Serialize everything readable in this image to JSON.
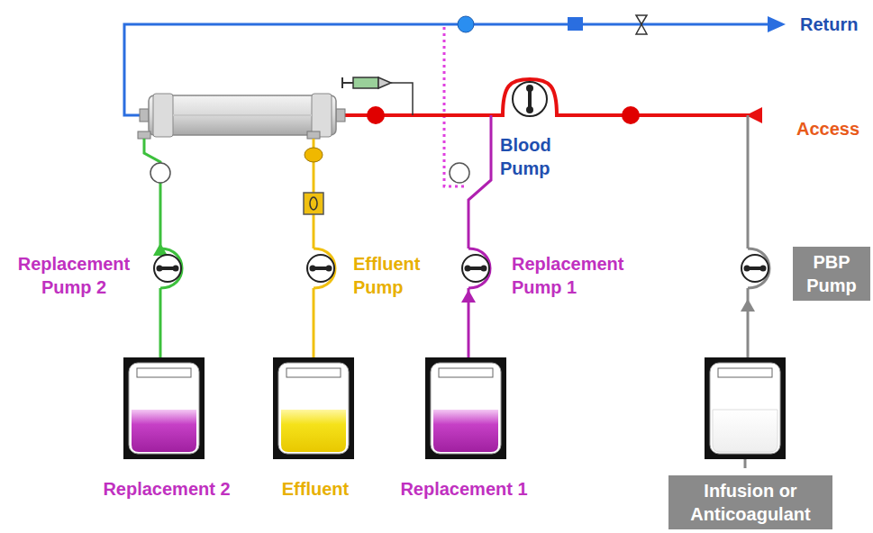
{
  "diagram": {
    "nodes": [
      {
        "text": [
          "PBP Pump"
        ]
      },
      {
        "text": [
          "Infusion or Anticoagulant"
        ]
      }
    ],
    "labels": [
      "Return",
      "Access",
      "Blood Pump",
      "Replacement Pump 2",
      "Effluent Pump",
      "Replacement Pump 1",
      "Replacement 2",
      "Effluent",
      "Replacement 1"
    ]
  }
}
